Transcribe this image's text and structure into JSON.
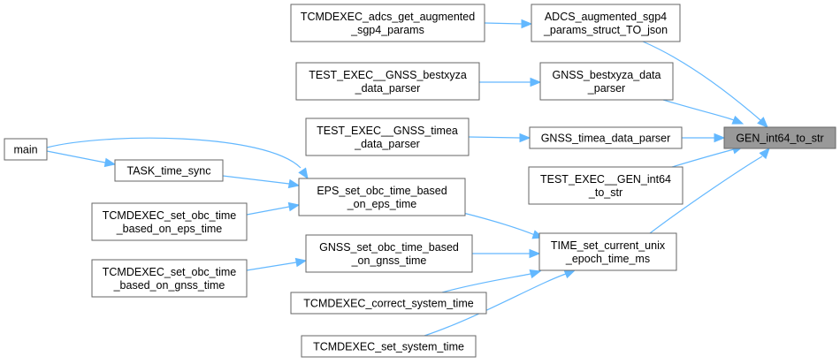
{
  "nodes": {
    "gen": {
      "lines": [
        "GEN_int64_to_str"
      ],
      "root": true
    },
    "adcs": {
      "lines": [
        "ADCS_augmented_sgp4",
        "_params_struct_TO_json"
      ]
    },
    "tcaug": {
      "lines": [
        "TCMDEXEC_adcs_get_augmented",
        "_sgp4_params"
      ]
    },
    "gbest": {
      "lines": [
        "GNSS_bestxyza_data",
        "_parser"
      ]
    },
    "tebest": {
      "lines": [
        "TEST_EXEC__GNSS_bestxyza",
        "_data_parser"
      ]
    },
    "gtimea": {
      "lines": [
        "GNSS_timea_data_parser"
      ]
    },
    "tetimea": {
      "lines": [
        "TEST_EXEC__GNSS_timea",
        "_data_parser"
      ]
    },
    "tegen": {
      "lines": [
        "TEST_EXEC__GEN_int64",
        "_to_str"
      ]
    },
    "tsetu": {
      "lines": [
        "TIME_set_current_unix",
        "_epoch_time_ms"
      ]
    },
    "main": {
      "lines": [
        "main"
      ]
    },
    "tasksync": {
      "lines": [
        "TASK_time_sync"
      ]
    },
    "epsset": {
      "lines": [
        "EPS_set_obc_time_based",
        "_on_eps_time"
      ]
    },
    "tceps": {
      "lines": [
        "TCMDEXEC_set_obc_time",
        "_based_on_eps_time"
      ]
    },
    "gnssset": {
      "lines": [
        "GNSS_set_obc_time_based",
        "_on_gnss_time"
      ]
    },
    "tcgnss": {
      "lines": [
        "TCMDEXEC_set_obc_time",
        "_based_on_gnss_time"
      ]
    },
    "tccorr": {
      "lines": [
        "TCMDEXEC_correct_system_time"
      ]
    },
    "tcsys": {
      "lines": [
        "TCMDEXEC_set_system_time"
      ]
    }
  },
  "colors": {
    "edge": "#63b8ff",
    "root_fill": "#999999",
    "border": "#666666"
  }
}
